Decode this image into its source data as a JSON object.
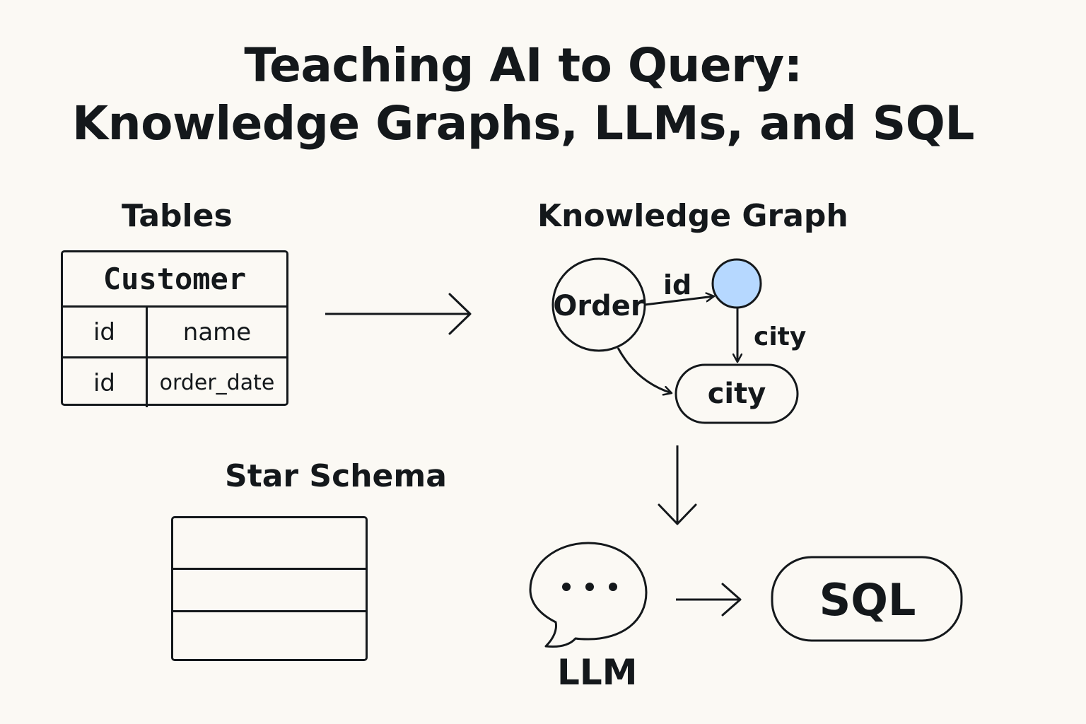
{
  "title": {
    "line1": "Teaching AI to Query:",
    "line2": "Knowledge Graphs, LLMs, and SQL"
  },
  "tables": {
    "label": "Tables",
    "table_name": "Customer",
    "rows": [
      {
        "col1": "id",
        "col2": "name"
      },
      {
        "col1": "id",
        "col2": "order_date"
      }
    ]
  },
  "knowledge_graph": {
    "label": "Knowledge Graph",
    "order_node": "Order",
    "edge_id_label": "id",
    "edge_city_label": "city",
    "city_node": "city",
    "id_node_color": "#b6d8ff"
  },
  "star_schema": {
    "label": "Star Schema"
  },
  "llm": {
    "label": "LLM",
    "bubble_icon": "chat-bubble-ellipsis-icon"
  },
  "sql": {
    "label": "SQL"
  }
}
